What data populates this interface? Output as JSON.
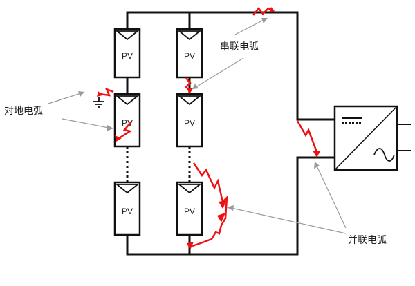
{
  "diagram": {
    "pv_label": "PV",
    "labels": {
      "ground_arc": "对地电弧",
      "series_arc": "串联电弧",
      "parallel_arc": "并联电弧"
    },
    "colors": {
      "wire": "#111111",
      "arc": "#ee1111",
      "pointer": "#9a9a9a",
      "background": "#ffffff"
    }
  }
}
